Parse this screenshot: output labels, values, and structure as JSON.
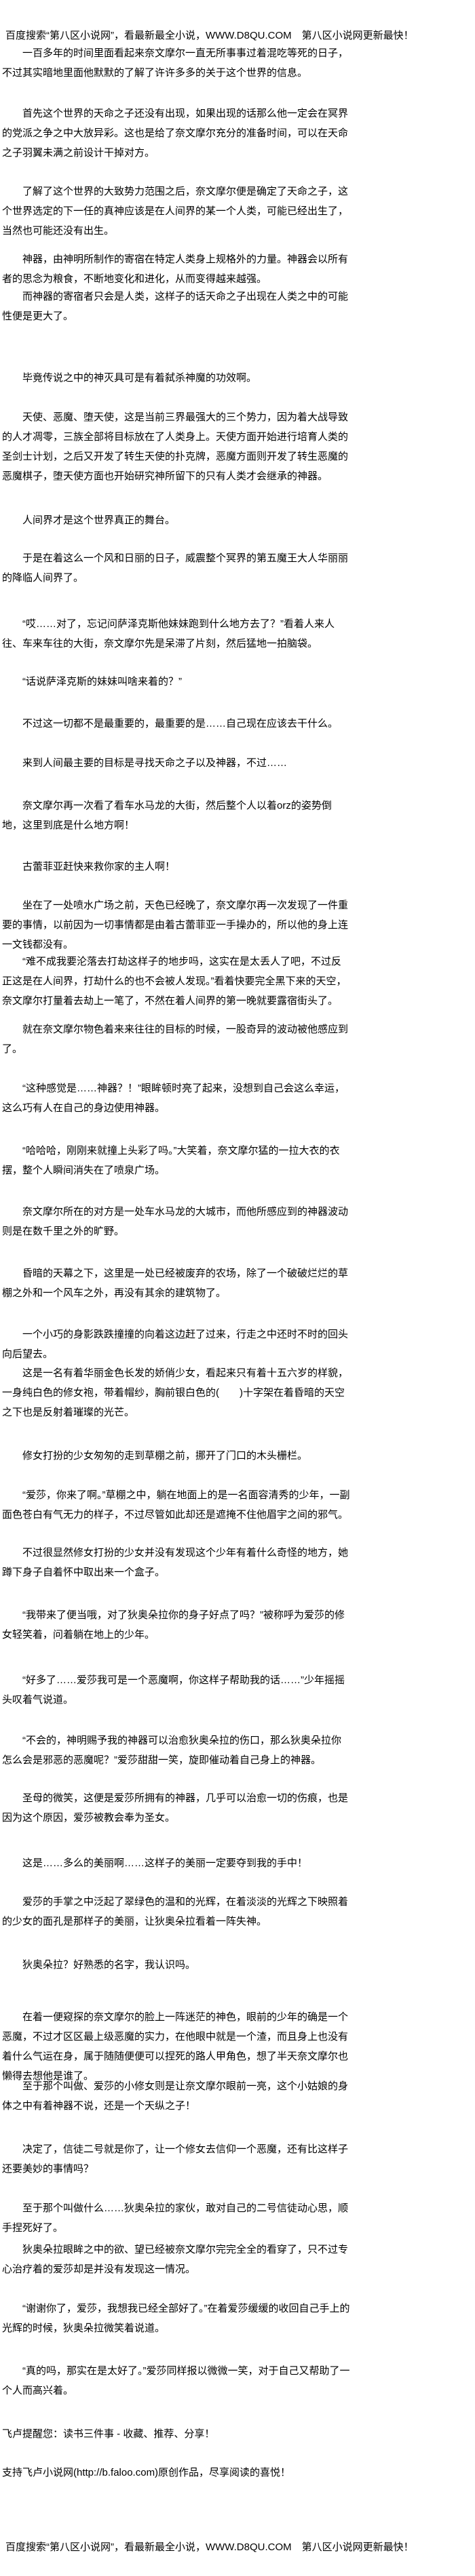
{
  "banner_top": "百度搜索“第八区小说网”，看最新最全小说，WWW.D8QU.COM　第八区小说网更新最快！",
  "paragraphs": [
    "一百多年的时间里面看起来奈文摩尔一直无所事事过着混吃等死的日子，不过其实暗地里面他默默的了解了许许多多的关于这个世界的信息。",
    "首先这个世界的天命之子还没有出现，如果出现的话那么他一定会在冥界的党派之争之中大放异彩。这也是给了奈文摩尔充分的准备时间，可以在天命之子羽翼未满之前设计干掉对方。",
    "了解了这个世界的大致势力范围之后，奈文摩尔便是确定了天命之子，这个世界选定的下一任的真神应该是在人间界的某一个人类，可能已经出生了，当然也可能还没有出生。",
    "神器，由神明所制作的寄宿在特定人类身上规格外的力量。神器会以所有者的思念为粮食，不断地变化和进化，从而变得越来越强。",
    "而神器的寄宿者只会是人类，这样子的话天命之子出现在人类之中的可能性便是更大了。",
    "毕竟传说之中的神灭具可是有着弑杀神魔的功效啊。",
    "天使、恶魔、堕天使，这是当前三界最强大的三个势力，因为着大战导致的人才凋零，三族全部将目标放在了人类身上。天使方面开始进行培育人类的圣剑士计划，之后又开发了转生天使的扑克牌，恶魔方面则开发了转生恶魔的恶魔棋子，堕天使方面也开始研究神所留下的只有人类才会继承的神器。",
    "人间界才是这个世界真正的舞台。",
    "于是在着这么一个风和日丽的日子，威震整个冥界的第五魔王大人华丽丽的降临人间界了。",
    "“哎……对了，忘记问萨泽克斯他妹妹跑到什么地方去了？”看着人来人往、车来车往的大街，奈文摩尔先是呆滞了片刻，然后猛地一拍脑袋。",
    "“话说萨泽克斯的妹妹叫啥来着的？”",
    "不过这一切都不是最重要的，最重要的是……自己现在应该去干什么。",
    "来到人间最主要的目标是寻找天命之子以及神器，不过……",
    "奈文摩尔再一次看了看车水马龙的大街，然后整个人以着orz的姿势倒地，这里到底是什么地方啊！",
    "古蕾菲亚赶快来救你家的主人啊！",
    "坐在了一处喷水广场之前，天色已经晚了，奈文摩尔再一次发现了一件重要的事情，以前因为一切事情都是由着古蕾菲亚一手操办的，所以他的身上连一文钱都没有。",
    "“难不成我要沦落去打劫这样子的地步吗，这实在是太丢人了吧，不过反正这是在人间界，打劫什么的也不会被人发现。”看着快要完全黑下来的天空，奈文摩尔打量着去劫上一笔了，不然在着人间界的第一晚就要露宿街头了。",
    "就在奈文摩尔物色着来来往往的目标的时候，一股奇异的波动被他感应到了。",
    "“这种感觉是……神器？！”眼眸顿时亮了起来，没想到自己会这么幸运，这么巧有人在自己的身边使用神器。",
    "“哈哈哈，刚刚来就撞上头彩了吗。”大笑着，奈文摩尔猛的一拉大衣的衣摆，整个人瞬间消失在了喷泉广场。",
    "奈文摩尔所在的对方是一处车水马龙的大城市，而他所感应到的神器波动则是在数千里之外的旷野。",
    "昏暗的天幕之下，这里是一处已经被废弃的农场，除了一个破破烂烂的草棚之外和一个风车之外，再没有其余的建筑物了。",
    "一个小巧的身影跌跌撞撞的向着这边赶了过来，行走之中还时不时的回头向后望去。",
    "这是一名有着华丽金色长发的娇俏少女，看起来只有着十五六岁的样貌，一身纯白色的修女袍，带着帽纱，胸前银白色的(　　)十字架在着昏暗的天空之下也是反射着璀璨的光芒。",
    "修女打扮的少女匆匆的走到草棚之前，挪开了门口的木头栅栏。",
    "“爱莎，你来了啊。”草棚之中，躺在地面上的是一名面容清秀的少年，一副面色苍白有气无力的样子，不过尽管如此却还是遮掩不住他眉宇之间的邪气。",
    "不过很显然修女打扮的少女并没有发现这个少年有着什么奇怪的地方，她蹲下身子自着怀中取出来一个盒子。",
    "“我带来了便当哦，对了狄奥朵拉你的身子好点了吗？”被称呼为爱莎的修女轻笑着，问着躺在地上的少年。",
    "“好多了……爱莎我可是一个恶魔啊，你这样子帮助我的话……”少年摇摇头叹着气说道。",
    "“不会的，神明赐予我的神器可以治愈狄奥朵拉的伤口，那么狄奥朵拉你怎么会是邪恶的恶魔呢？”爱莎甜甜一笑，旋即催动着自己身上的神器。",
    "圣母的微笑，这便是爱莎所拥有的神器，几乎可以治愈一切的伤痕，也是因为这个原因，爱莎被教会奉为圣女。",
    "这是……多么的美丽啊……这样子的美丽一定要夺到我的手中！",
    "爱莎的手掌之中泛起了翠绿色的温和的光辉，在着淡淡的光辉之下映照着的少女的面孔是那样子的美丽，让狄奥朵拉看着一阵失神。",
    "狄奥朵拉？好熟悉的名字，我认识吗。",
    "在着一便窥探的奈文摩尔的脸上一阵迷茫的神色，眼前的少年的确是一个恶魔，不过才区区最上级恶魔的实力，在他眼中就是一个渣，而且身上也没有着什么气运在身，属于随随便便可以捏死的路人甲角色，想了半天奈文摩尔也懒得去想他是谁了。",
    "至于那个叫做、爱莎的小修女则是让奈文摩尔眼前一亮，这个小姑娘的身体之中有着神器不说，还是一个天纵之子！",
    "决定了，信徒二号就是你了，让一个修女去信仰一个恶魔，还有比这样子还要美妙的事情吗？",
    "至于那个叫做什么……狄奥朵拉的家伙，敢对自己的二号信徒动心思，顺手捏死好了。",
    "狄奥朵拉眼眸之中的欲、望已经被奈文摩尔完完全全的看穿了，只不过专心治疗着的爱莎却是并没有发现这一情况。",
    "“谢谢你了，爱莎，我想我已经全部好了。”在着爱莎缓缓的收回自己手上的光辉的时候，狄奥朵拉微笑着说道。",
    "“真的吗，那实在是太好了。”爱莎同样报以微微一笑，对于自己又帮助了一个人而高兴着。"
  ],
  "footer": {
    "reminder": "飞卢提醒您：读书三件事 - 收藏、推荐、分享！",
    "support": "支持飞卢小说网(http://b.faloo.com)原创作品，尽享阅读的喜悦！",
    "banner_bottom": "百度搜索“第八区小说网”，看最新最全小说，WWW.D8QU.COM　第八区小说网更新最快！"
  }
}
